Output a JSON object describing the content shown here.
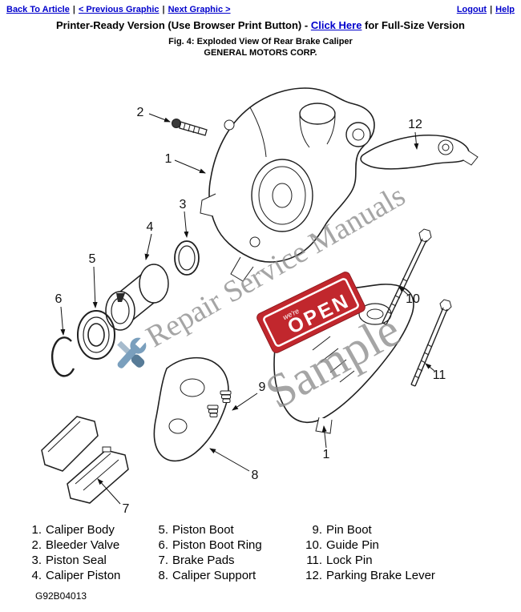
{
  "nav": {
    "back_to_article": "Back To Article",
    "previous_graphic": "< Previous Graphic",
    "next_graphic": "Next Graphic >",
    "logout": "Logout",
    "help": "Help",
    "separator": "|"
  },
  "title": {
    "prefix": "Printer-Ready Version (Use Browser Print Button) - ",
    "link_label": "Click Here",
    "suffix": " for Full-Size Version"
  },
  "caption": {
    "figure": "Fig. 4: Exploded View Of Rear Brake Caliper",
    "company": "GENERAL MOTORS CORP."
  },
  "diagram": {
    "callouts": {
      "c1": "1",
      "c1b": "1",
      "c2": "2",
      "c3": "3",
      "c4": "4",
      "c5": "5",
      "c6": "6",
      "c7": "7",
      "c8": "8",
      "c9": "9",
      "c10": "10",
      "c11": "11",
      "c12": "12"
    },
    "watermark": {
      "line1": "Repair Service Manuals",
      "line2": "Sample",
      "color": "#8c8c8c"
    },
    "open_sign": {
      "small": "we're",
      "big": "OPEN",
      "color": "#c1272d"
    }
  },
  "legend": {
    "col1": [
      {
        "num": "1.",
        "name": "Caliper Body"
      },
      {
        "num": "2.",
        "name": "Bleeder Valve"
      },
      {
        "num": "3.",
        "name": "Piston Seal"
      },
      {
        "num": "4.",
        "name": "Caliper Piston"
      }
    ],
    "col2": [
      {
        "num": "5.",
        "name": "Piston Boot"
      },
      {
        "num": "6.",
        "name": "Piston Boot Ring"
      },
      {
        "num": "7.",
        "name": "Brake Pads"
      },
      {
        "num": "8.",
        "name": "Caliper Support"
      }
    ],
    "col3": [
      {
        "num": "9.",
        "name": "Pin Boot"
      },
      {
        "num": "10.",
        "name": "Guide Pin"
      },
      {
        "num": "11.",
        "name": "Lock Pin"
      },
      {
        "num": "12.",
        "name": "Parking Brake Lever"
      }
    ]
  },
  "footer": {
    "code": "G92B04013"
  },
  "colors": {
    "link": "#0000cc",
    "line_art": "#1f1f1f"
  }
}
